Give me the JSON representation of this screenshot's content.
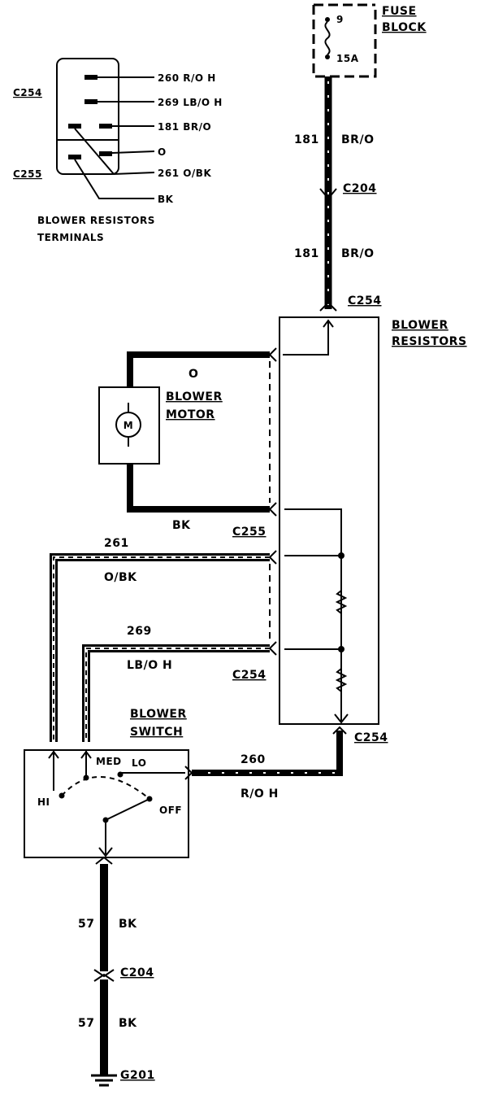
{
  "fuse_block": {
    "title_line1": "FUSE",
    "title_line2": "BLOCK",
    "fuse_number": "9",
    "fuse_rating": "15A"
  },
  "connector_terminals": {
    "c254_label": "C254",
    "c255_label": "C255",
    "pin_260": "260 R/O H",
    "pin_269": "269 LB/O H",
    "pin_181": "181 BR/O",
    "pin_o": "O",
    "pin_261": "261 O/BK",
    "pin_bk": "BK",
    "caption_line1": "BLOWER RESISTORS",
    "caption_line2": "TERMINALS"
  },
  "wires": {
    "w181_top_num": "181",
    "w181_top_color": "BR/O",
    "w181_bottom_num": "181",
    "w181_bottom_color": "BR/O",
    "motor_o": "O",
    "motor_bk": "BK",
    "w261_num": "261",
    "w261_color": "O/BK",
    "w269_num": "269",
    "w269_color": "LB/O H",
    "w260_num": "260",
    "w260_color": "R/O H",
    "w57_top_num": "57",
    "w57_top_color": "BK",
    "w57_bottom_num": "57",
    "w57_bottom_color": "BK"
  },
  "connectors": {
    "c204_top": "C204",
    "c254_top": "C254",
    "c255": "C255",
    "c254_mid": "C254",
    "c254_bottom": "C254",
    "c204_bottom": "C204",
    "g201": "G201"
  },
  "components": {
    "resistors_line1": "BLOWER",
    "resistors_line2": "RESISTORS",
    "motor_line1": "BLOWER",
    "motor_line2": "MOTOR",
    "motor_symbol": "M",
    "switch_line1": "BLOWER",
    "switch_line2": "SWITCH",
    "pos_hi": "HI",
    "pos_med": "MED",
    "pos_lo": "LO",
    "pos_off": "OFF"
  }
}
